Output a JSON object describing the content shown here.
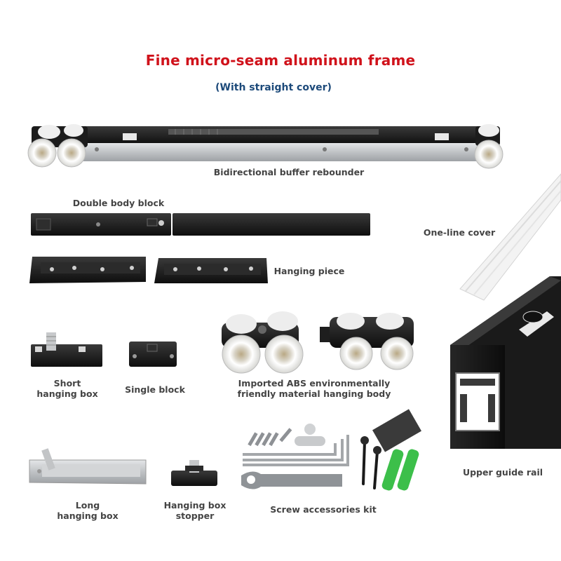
{
  "header": {
    "title": "Fine micro-seam aluminum frame",
    "subtitle": "(With straight cover)"
  },
  "items": {
    "buffer_rebounder": "Bidirectional buffer rebounder",
    "double_body_block": "Double body block",
    "one_line_cover": "One-line cover",
    "hanging_piece": "Hanging piece",
    "short_hanging_box": [
      "Short",
      "hanging box"
    ],
    "single_block": "Single block",
    "hanging_body": [
      "Imported ABS environmentally",
      "friendly material hanging body"
    ],
    "upper_guide_rail": "Upper guide rail",
    "long_hanging_box": [
      "Long",
      "hanging box"
    ],
    "hanging_box_stopper": [
      "Hanging box",
      "stopper"
    ],
    "screw_kit": "Screw accessories kit"
  },
  "colors": {
    "title": "#d0121b",
    "subtitle": "#1d4a7a",
    "label": "#444444",
    "part_black": "#1a1a1a",
    "wheel": "#f2f2f0",
    "aluminum": "#c9cbcd",
    "anchor_green": "#3cbf4a"
  }
}
